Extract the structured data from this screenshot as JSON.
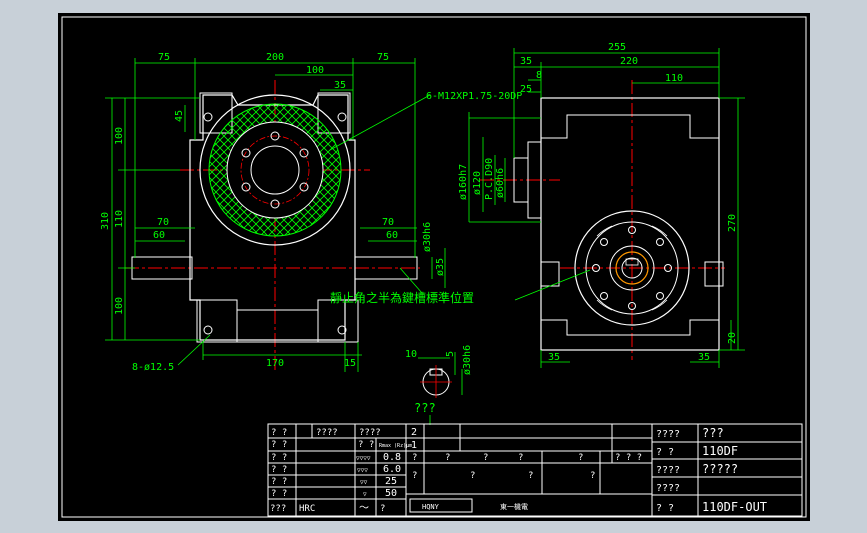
{
  "colors": {
    "background": "#000000",
    "frame": "#ffffff",
    "dimension": "#00ff00",
    "body": "#ffffff",
    "center": "#ff0000",
    "hatch": "#00ff00",
    "orange": "#ff9900",
    "note": "#00ff00",
    "window_bg": "#c8d0d8"
  },
  "front_view": {
    "dims_top": [
      "75",
      "200",
      "75",
      "100",
      "35",
      "45"
    ],
    "dims_left": [
      "310",
      "100",
      "110",
      "100"
    ],
    "dims_shaft": [
      "70",
      "60",
      "70",
      "60"
    ],
    "dims_side": [
      "ø30h6",
      "ø35"
    ],
    "dims_bottom": [
      "170",
      "15"
    ],
    "holes": "8-ø12.5",
    "thread_note": "6-M12XP1.75-20DP",
    "key_note": "靜止角之半為鍵槽標準位置"
  },
  "side_view": {
    "dims_top": [
      "255",
      "35",
      "220",
      "8",
      "25",
      "110"
    ],
    "dims_vertical": [
      "ø160h7",
      "ø120",
      "P.C.D90",
      "ø60h6"
    ],
    "dims_right": [
      "270",
      "20"
    ],
    "dims_bottom": [
      "35",
      "35"
    ]
  },
  "key_detail": {
    "dims": [
      "10",
      "5",
      "ø30h6"
    ],
    "label": "???"
  },
  "title_block": {
    "left_table": {
      "header": [
        "? ?",
        "????",
        "????"
      ],
      "rows": [
        {
          "c1": "? ?",
          "c2": "",
          "c3": "? ?",
          "c4": "Rmax (Rz)µm"
        },
        {
          "c1": "? ?",
          "c2": "",
          "c3": "▽▽▽▽",
          "c4": "0.8"
        },
        {
          "c1": "? ?",
          "c2": "",
          "c3": "▽▽▽",
          "c4": "6.0"
        },
        {
          "c1": "? ?",
          "c2": "",
          "c3": "▽▽",
          "c4": "25"
        },
        {
          "c1": "? ?",
          "c2": "",
          "c3": "▽",
          "c4": "50"
        },
        {
          "c1": "???",
          "c2": "HRC",
          "c3": "～",
          "c4": "?"
        }
      ]
    },
    "mid_table": {
      "row1": "2",
      "row2": "1",
      "row3": [
        "?",
        "?",
        "?",
        "?",
        "?",
        "? ? ?"
      ],
      "row4": [
        "?",
        "?",
        "?",
        "?"
      ],
      "logo": "HQNY",
      "company": "東一機電"
    },
    "right_table": [
      {
        "label": "????",
        "value": "???"
      },
      {
        "label": "? ?",
        "value": "110DF"
      },
      {
        "label": "????",
        "value": "?????"
      },
      {
        "label": "????",
        "value": ""
      },
      {
        "label": "? ?",
        "value": "110DF-OUT"
      }
    ]
  }
}
